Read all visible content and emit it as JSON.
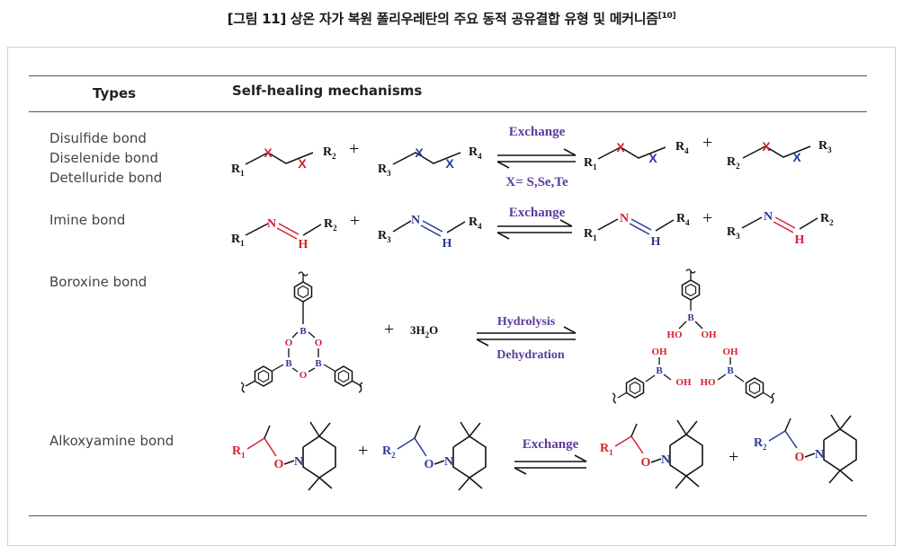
{
  "caption": {
    "text": "[그림 11] 상온 자가 복원 폴리우레탄의 주요 동적 공유결합 유형 및 메커니즘",
    "ref": "[10]"
  },
  "headers": {
    "types": "Types",
    "mechanisms": "Self-healing mechanisms"
  },
  "rows": [
    {
      "types": [
        "Disulfide bond",
        "Diselenide bond",
        "Detelluride bond"
      ],
      "arrow_top": "Exchange",
      "arrow_bottom": "X= S,Se,Te"
    },
    {
      "types": [
        "Imine bond"
      ],
      "arrow_top": "Exchange",
      "arrow_bottom": ""
    },
    {
      "types": [
        "Boroxine bond"
      ],
      "arrow_top": "Hydrolysis",
      "arrow_bottom": "Dehydration"
    },
    {
      "types": [
        "Alkoxyamine bond"
      ],
      "arrow_top": "Exchange",
      "arrow_bottom": ""
    }
  ],
  "labels": {
    "x": "X",
    "n": "N",
    "h": "H",
    "b": "B",
    "o": "O",
    "oh": "OH",
    "ho": "HO",
    "plus": "+",
    "r1": "R",
    "r2": "R",
    "r3": "R",
    "r4": "R",
    "sub1": "1",
    "sub2": "2",
    "sub3": "3",
    "sub4": "4",
    "water_a": "3H",
    "water_sub": "2",
    "water_b": "O"
  },
  "colors": {
    "red": "#d6202e",
    "blue": "#2a3a9a",
    "purple": "#5b3d9c",
    "black": "#111111"
  }
}
